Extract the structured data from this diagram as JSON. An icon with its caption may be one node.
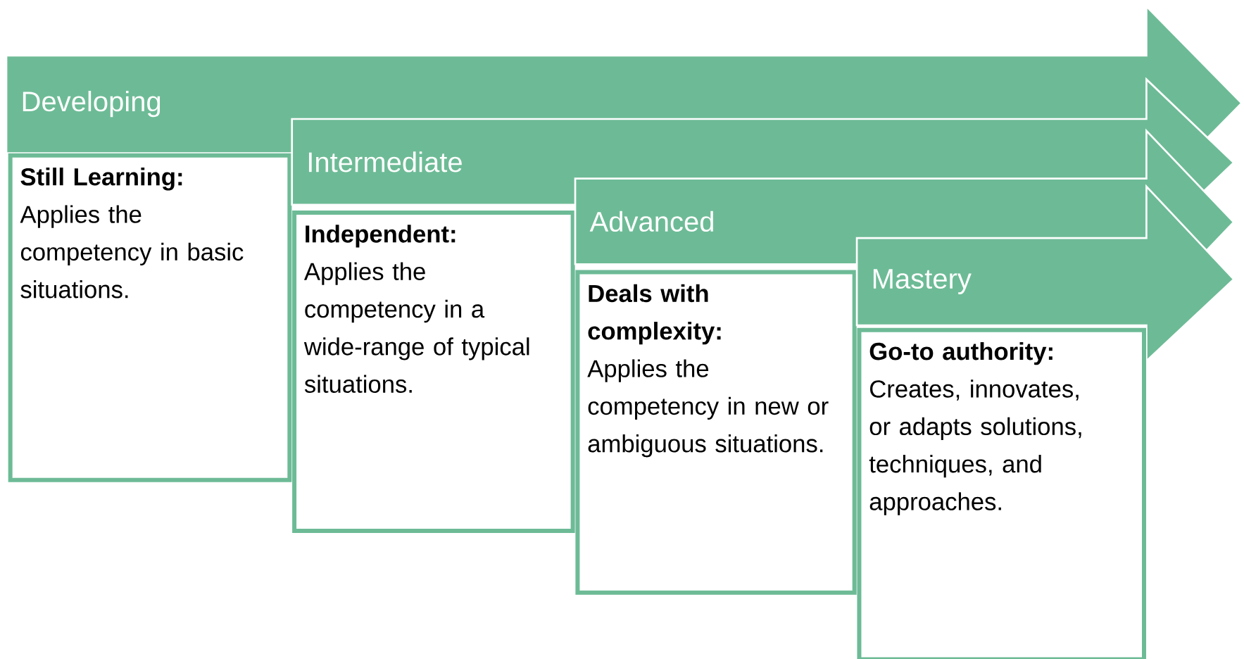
{
  "diagram": {
    "nodes": [
      {
        "text": [
          "Developing"
        ]
      },
      {
        "text": [
          "Still Learning:",
          "Applies the competency in basic situations."
        ]
      },
      {
        "text": [
          "Intermediate"
        ]
      },
      {
        "text": [
          "Independent:",
          "Applies the competency in a wide-range of typical situations."
        ]
      },
      {
        "text": [
          "Advanced"
        ]
      },
      {
        "text": [
          "Deals with complexity:",
          "Applies the competency in new or ambiguous situations."
        ]
      },
      {
        "text": [
          "Mastery"
        ]
      },
      {
        "text": [
          "Go-to authority:",
          "Creates, innovates, or adapts solutions, techniques, and approaches."
        ]
      }
    ]
  }
}
